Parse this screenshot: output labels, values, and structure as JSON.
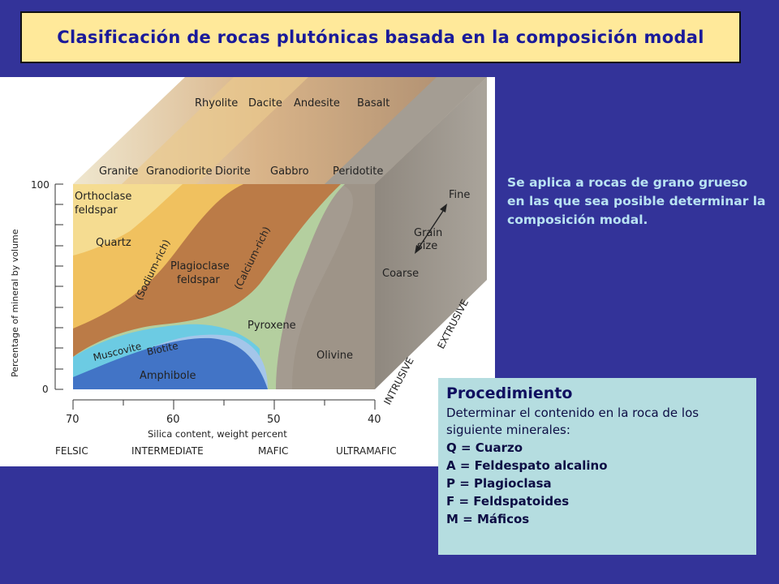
{
  "title": "Clasificación de rocas plutónicas basada en la composición modal",
  "diagram": {
    "volcanic_rocks": [
      "Rhyolite",
      "Dacite",
      "Andesite",
      "Basalt"
    ],
    "plutonic_rocks": [
      "Granite",
      "Granodiorite",
      "Diorite",
      "Gabbro",
      "Peridotite"
    ],
    "minerals": {
      "orthoclase_1": "Orthoclase",
      "orthoclase_2": "feldspar",
      "quartz": "Quartz",
      "sodium_rich": "(Sodium-rich)",
      "calcium_rich": "(Calcium-rich)",
      "plagioclase_1": "Plagioclase",
      "plagioclase_2": "feldspar",
      "muscovite": "Muscovite",
      "biotite": "Biotite",
      "amphibole": "Amphibole",
      "pyroxene": "Pyroxene",
      "olivine": "Olivine"
    },
    "grain": {
      "fine": "Fine",
      "grain_1": "Grain",
      "grain_2": "size",
      "coarse": "Coarse"
    },
    "side": {
      "intrusive": "INTRUSIVE",
      "extrusive": "EXTRUSIVE"
    },
    "y_axis": {
      "label": "Percentage of mineral by volume",
      "top": "100",
      "bottom": "0"
    },
    "x_axis": {
      "label": "Silica content, weight percent",
      "ticks": [
        "70",
        "60",
        "50",
        "40"
      ],
      "categories": [
        "FELSIC",
        "INTERMEDIATE",
        "MAFIC",
        "ULTRAMAFIC"
      ]
    },
    "colors": {
      "orthoclase": "#f4d98a",
      "quartz": "#f2c25e",
      "plagioclase": "#b97a45",
      "muscovite": "#6fcbe3",
      "biotite": "#9ec4e8",
      "amphibole": "#3f73c8",
      "pyroxene": "#a9c79a",
      "olivine": "#9d9489",
      "background": "#333399",
      "title_box": "#ffe99a",
      "procedure_box": "#b5dde0"
    }
  },
  "note": "Se aplica a rocas de grano grueso en las que sea posible determinar la composición modal.",
  "procedure": {
    "title": "Procedimiento",
    "description": "Determinar el contenido en la roca de los siguiente minerales:",
    "items": [
      "Q = Cuarzo",
      "A = Feldespato alcalino",
      "P = Plagioclasa",
      "F = Feldspatoides",
      "M = Máficos"
    ]
  }
}
